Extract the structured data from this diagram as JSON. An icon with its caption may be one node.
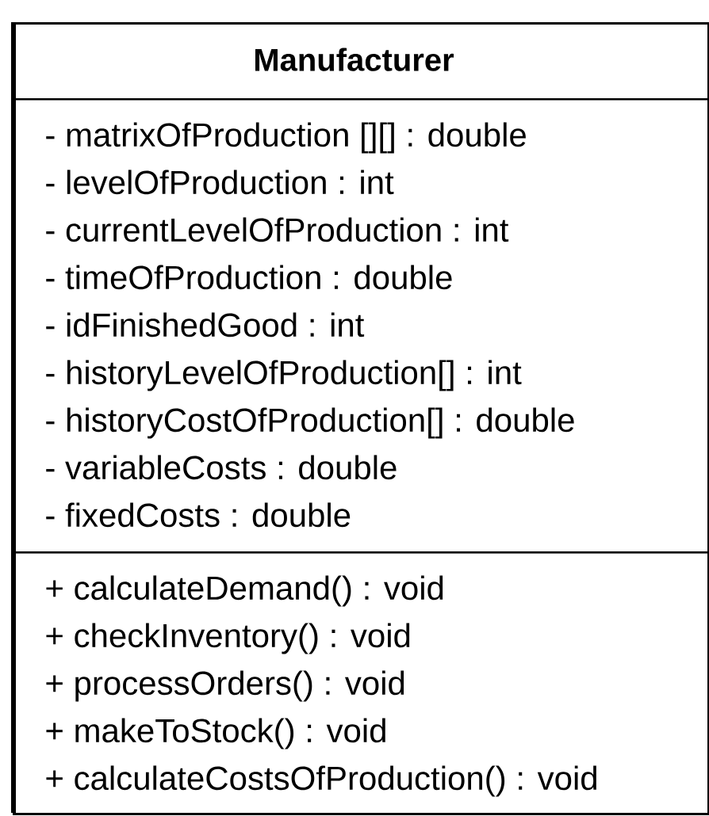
{
  "diagram": {
    "nodes": [
      {
        "text": [
          "Manufacturer"
        ]
      },
      {
        "text": [
          "- matrixOfProduction [][] : double",
          "- levelOfProduction : int",
          "- currentLevelOfProduction : int",
          "- timeOfProduction : double",
          "- idFinishedGood : int",
          "- historyLevelOfProduction[] : int",
          "- historyCostOfProduction[] : double",
          "- variableCosts : double",
          "- fixedCosts : double"
        ],
        "in": 0
      },
      {
        "text": [
          "+ calculateDemand() : void",
          "+ checkInventory() : void",
          "+ processOrders() : void",
          "+ makeToStock() : void",
          "+ calculateCostsOfProduction() : void"
        ],
        "in": 0
      }
    ]
  }
}
